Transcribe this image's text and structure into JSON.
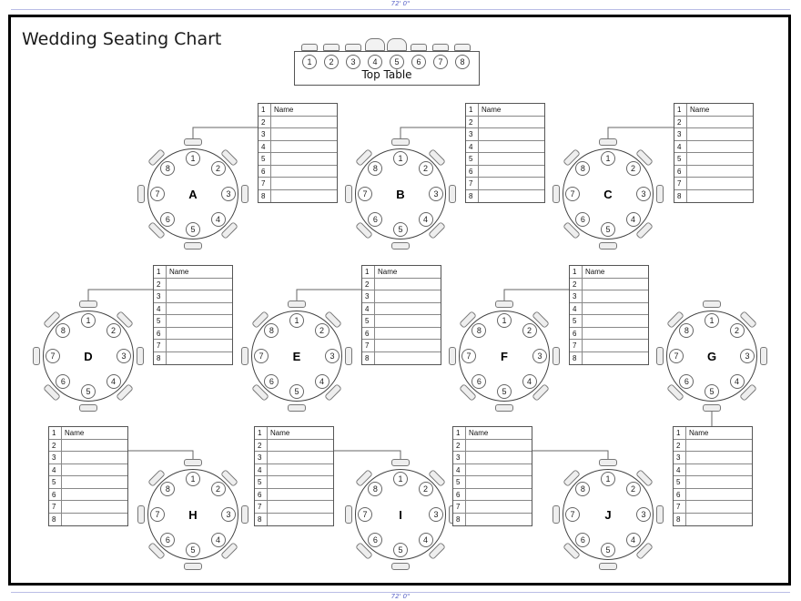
{
  "ruler": {
    "width_label": "72' 0\""
  },
  "title": "Wedding Seating Chart",
  "top_table": {
    "label": "Top Table",
    "seats": [
      "1",
      "2",
      "3",
      "4",
      "5",
      "6",
      "7",
      "8"
    ]
  },
  "seat_numbers": [
    "1",
    "2",
    "3",
    "4",
    "5",
    "6",
    "7",
    "8"
  ],
  "guest_list": {
    "header": "Name",
    "row_numbers": [
      "1",
      "2",
      "3",
      "4",
      "5",
      "6",
      "7",
      "8"
    ]
  },
  "tables": [
    {
      "letter": "A"
    },
    {
      "letter": "B"
    },
    {
      "letter": "C"
    },
    {
      "letter": "D"
    },
    {
      "letter": "E"
    },
    {
      "letter": "F"
    },
    {
      "letter": "G"
    },
    {
      "letter": "H"
    },
    {
      "letter": "I"
    },
    {
      "letter": "J"
    }
  ]
}
